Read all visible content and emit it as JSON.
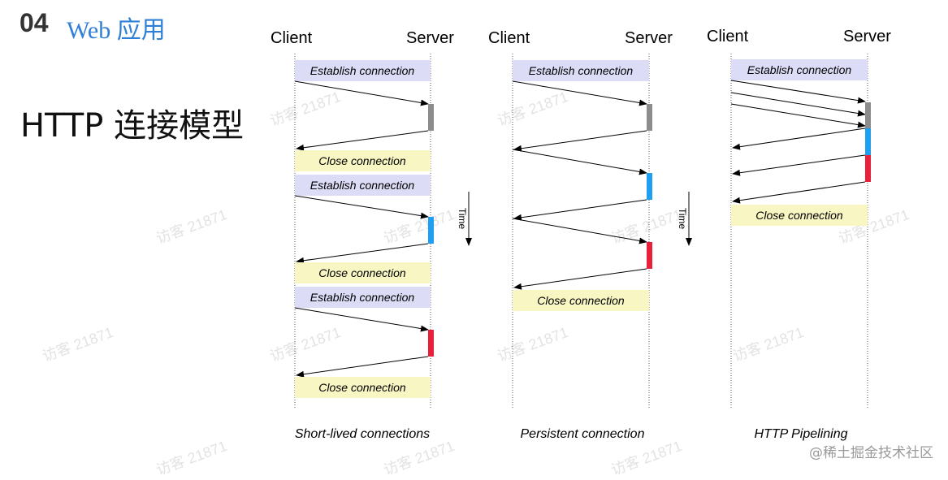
{
  "header": {
    "number": "04",
    "title": "Web 应用"
  },
  "subtitle": "HTTP  连接模型",
  "watermark": "访客 21871",
  "footer": "@稀土掘金技术社区",
  "colors": {
    "connection_box": "#dcdcf7",
    "close_box": "#f8f6c3",
    "gray_bar": "#8c8c8c",
    "blue_bar": "#1e9ff2",
    "red_bar": "#e8203a",
    "title_blue": "#2f7fd6"
  },
  "diagrams": [
    {
      "client_label": "Client",
      "server_label": "Server",
      "caption": "Short-lived connections",
      "establish_label": "Establish connection",
      "close_label": "Close connection",
      "time_label": "Time"
    },
    {
      "client_label": "Client",
      "server_label": "Server",
      "caption": "Persistent connection",
      "establish_label": "Establish connection",
      "close_label": "Close connection",
      "time_label": "Time"
    },
    {
      "client_label": "Client",
      "server_label": "Server",
      "caption": "HTTP Pipelining",
      "establish_label": "Establish connection",
      "close_label": "Close connection"
    }
  ]
}
